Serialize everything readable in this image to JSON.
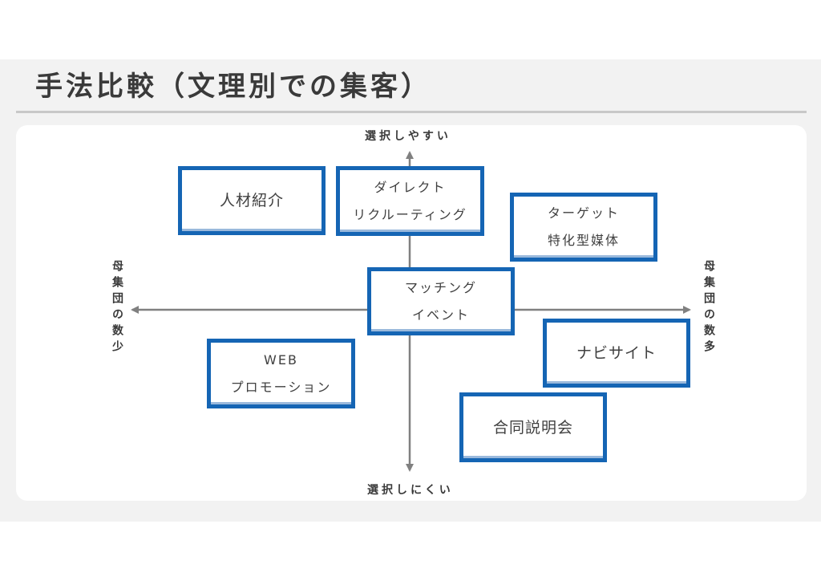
{
  "slide": {
    "title": "手法比較（文理別での集客）"
  },
  "axes": {
    "top_label": "選択しやすい",
    "bottom_label": "選択しにくい",
    "left_label": "母集団の数少",
    "right_label": "母集団の数多"
  },
  "boxes": {
    "jinzai": {
      "lines": [
        "人材紹介"
      ]
    },
    "direct": {
      "lines": [
        "ダイレクト",
        "リクルーティング"
      ]
    },
    "target": {
      "lines": [
        "ターゲット",
        "特化型媒体"
      ]
    },
    "matching": {
      "lines": [
        "マッチング",
        "イベント"
      ]
    },
    "web": {
      "lines": [
        "WEB",
        "プロモーション"
      ]
    },
    "navi": {
      "lines": [
        "ナビサイト"
      ]
    },
    "setsumeikai": {
      "lines": [
        "合同説明会"
      ]
    }
  },
  "colors": {
    "box_border": "#1565b4",
    "axis": "#808080",
    "slide_background": "#f2f2f2"
  }
}
